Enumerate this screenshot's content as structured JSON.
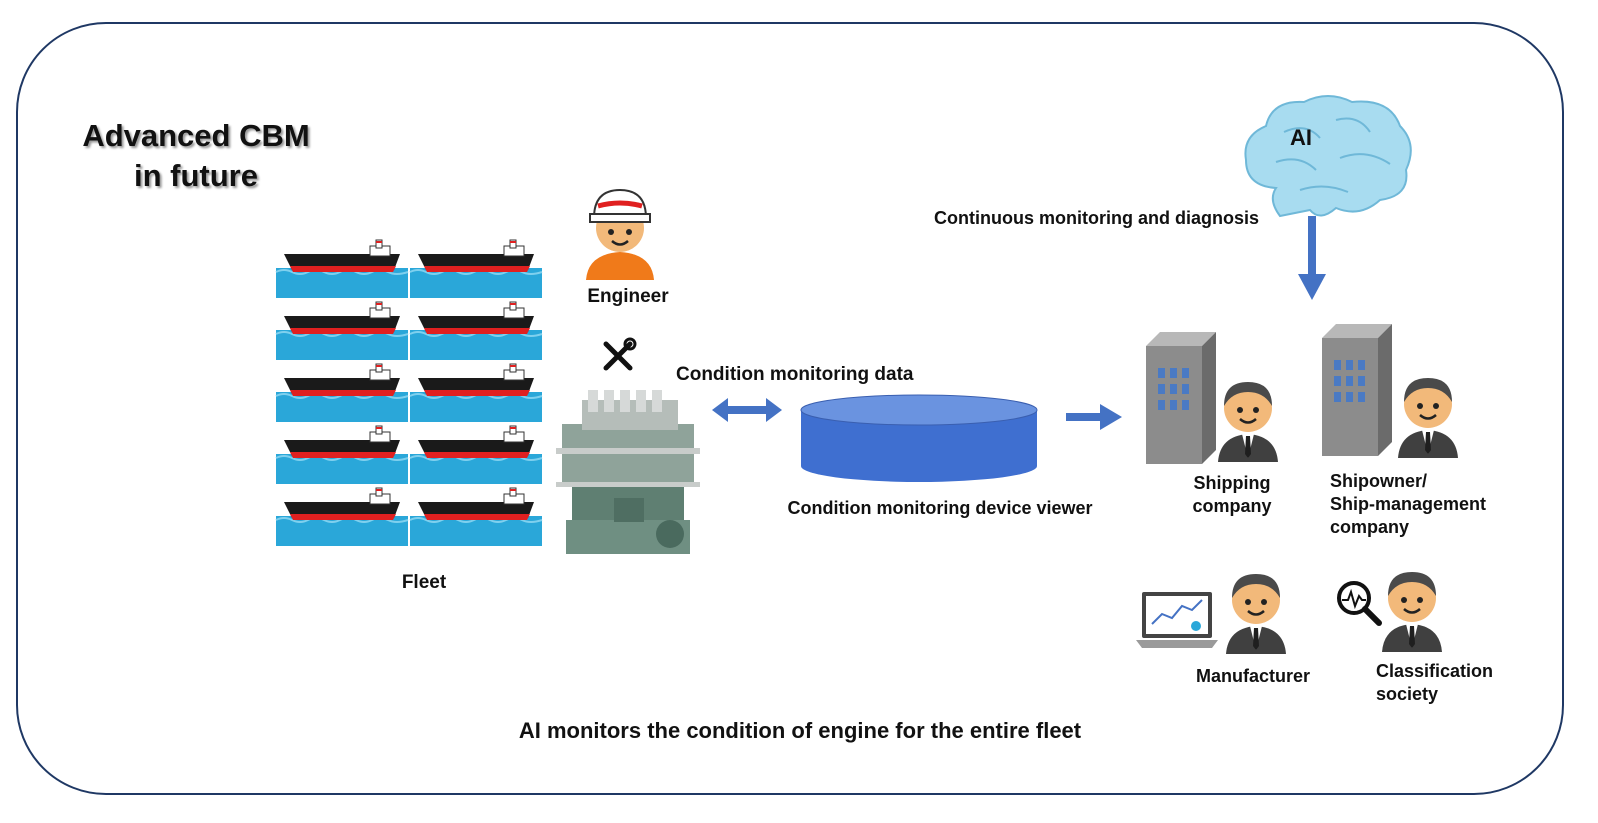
{
  "title": {
    "line1": "Advanced CBM",
    "line2": "in future"
  },
  "labels": {
    "engineer": "Engineer",
    "fleet": "Fleet",
    "condition_data": "Condition monitoring data",
    "viewer": "Condition monitoring device viewer",
    "ai": "AI",
    "continuous": "Continuous monitoring and diagnosis",
    "shipping_company": [
      "Shipping",
      "company"
    ],
    "shipowner": [
      "Shipowner/",
      "Ship-management",
      "company"
    ],
    "manufacturer": "Manufacturer",
    "classification": [
      "Classification",
      "society"
    ],
    "footer": "AI monitors the condition of engine for the entire fleet"
  },
  "colors": {
    "frame": "#1f3864",
    "arrow": "#4472c4",
    "database": "#3f6fd0",
    "water": "#2aa7d9",
    "hull": "#1a1a1a",
    "hull_bottom": "#e02020",
    "brain": "#a8dcf0",
    "building": "#8c8c8c",
    "skin": "#f2b97a",
    "suit": "#404040"
  },
  "icons": [
    "ship-icon",
    "engineer-icon",
    "wrench-screwdriver-icon",
    "engine-icon",
    "database-icon",
    "brain-icon",
    "building-icon",
    "businessman-icon",
    "laptop-icon",
    "magnifier-icon"
  ]
}
